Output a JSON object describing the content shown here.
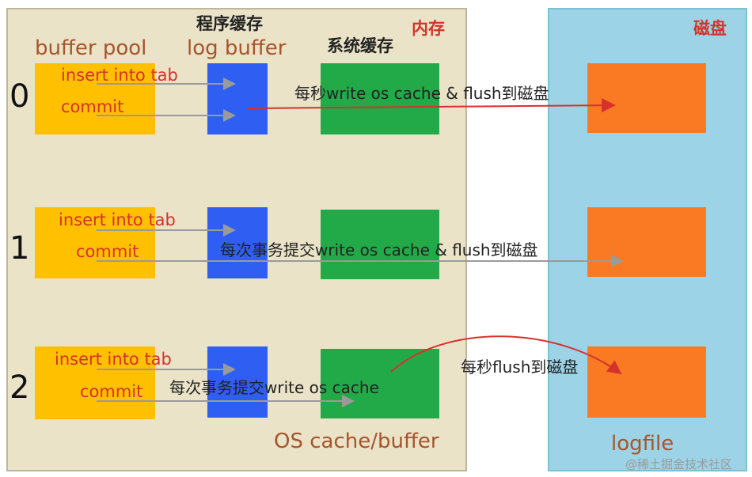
{
  "labels": {
    "memory": "内存",
    "disk": "磁盘",
    "buffer_pool": "buffer pool",
    "log_buffer": "log buffer",
    "program_cache": "程序缓存",
    "system_cache": "系统缓存",
    "os_cache_buffer": "OS cache/buffer",
    "logfile": "logfile",
    "watermark": "@稀土掘金技术社区"
  },
  "rows": [
    {
      "number": "0",
      "insert": "insert into tab",
      "commit": "commit",
      "flow": "每秒write os cache & flush到磁盘"
    },
    {
      "number": "1",
      "insert": "insert into tab",
      "commit": "commit",
      "flow": "每次事务提交write os cache & flush到磁盘"
    },
    {
      "number": "2",
      "insert": "insert into tab",
      "commit": "commit",
      "flow": "每次事务提交write os cache",
      "flow2": "每秒flush到磁盘"
    }
  ],
  "colors": {
    "memory_bg": "#eae3c8",
    "disk_bg": "#9dd3e6",
    "buffer_pool": "#ffc000",
    "log_buffer": "#2f5ff2",
    "os_cache": "#22aa48",
    "logfile": "#f97a22",
    "label_red": "#d6322c",
    "label_brown": "#a5552b"
  }
}
